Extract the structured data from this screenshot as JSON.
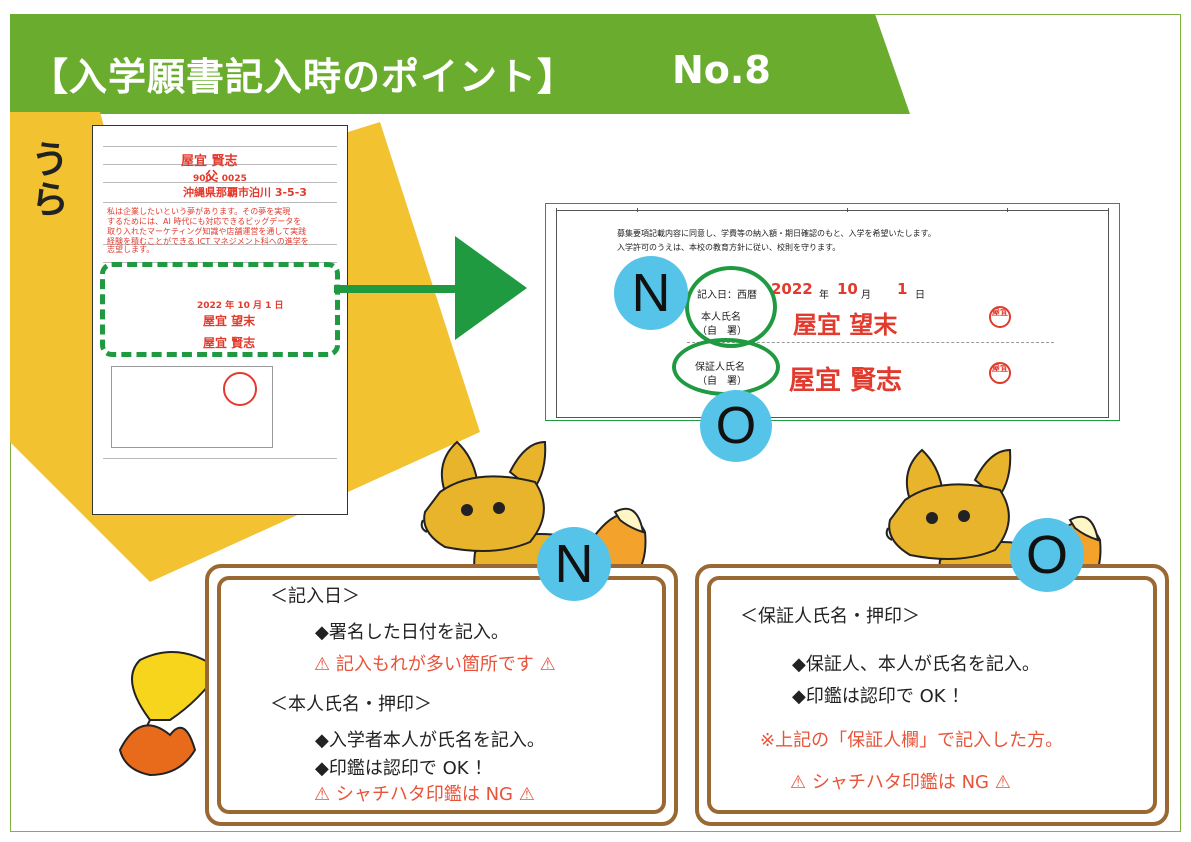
{
  "banner": {
    "title": "【入学願書記入時のポイント】",
    "number": "No.8"
  },
  "side_label": "うら",
  "form_preview": {
    "sample_line1": "屋宜 賢志",
    "sample_line2": "父",
    "sample_line3": "900 - 0025",
    "sample_line4": "沖縄県那覇市泊川 3-5-3",
    "sample_line5": "私は企業したいという夢があります。その夢を実現",
    "sample_line6": "するためには、AI 時代にも対応できるビッグデータを",
    "sample_line7": "取り入れたマーケティング知識や店舗運営を通して実践",
    "sample_line8": "経験を積むことができる ICT マネジメント科への進学を",
    "sample_line9": "志望します。",
    "date_sample": "2022 年 10 月 1 日",
    "name_sample": "屋宜 望末",
    "guarantor_sample": "屋宜 賢志"
  },
  "zoom": {
    "consent_line1": "募集要項記載内容に同意し、学費等の納入額・期日確認のもと、入学を希望いたします。",
    "consent_line2": "入学許可のうえは、本校の教育方針に従い、校則を守ります。",
    "date_label": "記入日：西暦",
    "year": "2022",
    "year_suffix": "年",
    "month": "10",
    "month_suffix": "月",
    "day": "1",
    "day_suffix": "日",
    "applicant_label": "本人氏名",
    "applicant_sub": "（自　署）",
    "applicant_name": "屋宜 望末",
    "guarantor_label": "保証人氏名",
    "guarantor_sub": "（自　署）",
    "guarantor_name": "屋宜 賢志",
    "seal_text": "屋宜"
  },
  "markers": {
    "n": "N",
    "o": "O"
  },
  "panel_left": {
    "heading1": "＜記入日＞",
    "item1": "◆署名した日付を記入。",
    "warn1": "⚠ 記入もれが多い箇所です ⚠",
    "heading2": "＜本人氏名・押印＞",
    "item2": "◆入学者本人が氏名を記入。",
    "item3": "◆印鑑は認印で OK ！",
    "warn2": "⚠ シャチハタ印鑑は NG ⚠"
  },
  "panel_right": {
    "heading1": "＜保証人氏名・押印＞",
    "item1": "◆保証人、本人が氏名を記入。",
    "item2": "◆印鑑は認印で OK ！",
    "note": "※上記の「保証人欄」で記入した方。",
    "warn": "⚠ シャチハタ印鑑は NG ⚠"
  },
  "colors": {
    "green": "#6aad2e",
    "dark_green": "#1f9a40",
    "yellow": "#f2c230",
    "blue": "#56c4e8",
    "brown": "#9a6832",
    "red": "#e23a2d"
  }
}
